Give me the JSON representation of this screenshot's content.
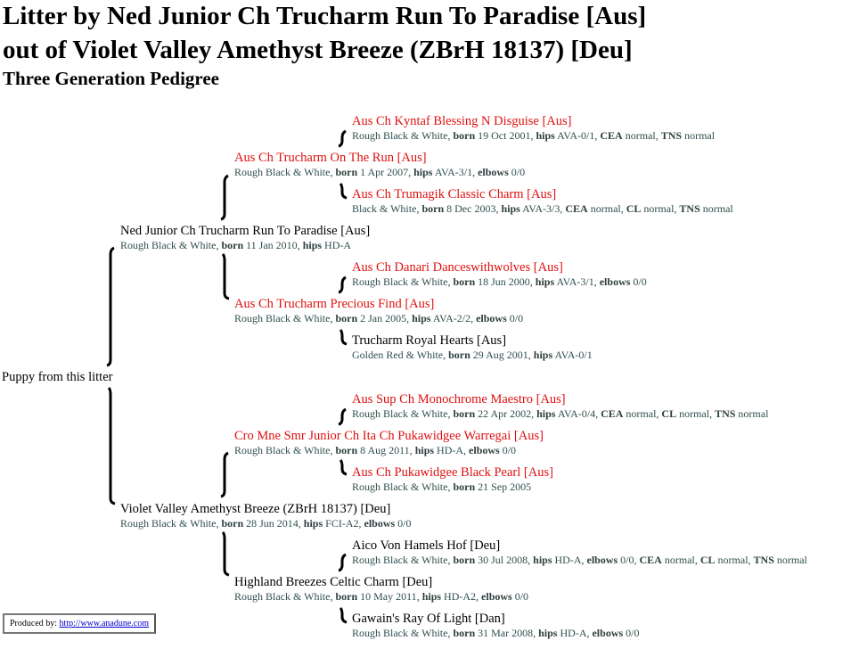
{
  "title_line1": "Litter by Ned Junior Ch Trucharm Run To Paradise [Aus]",
  "title_line2": "out of Violet Valley Amethyst Breeze (ZBrH 18137) [Deu]",
  "subtitle": "Three Generation Pedigree",
  "puppy_label": "Puppy from this litter",
  "footer": {
    "label": "Produced by:",
    "link": "http://www.anadune.com"
  },
  "colors": {
    "titled": "#e01010",
    "details": "#2f4f4f"
  },
  "dogs": [
    {
      "gen": 3,
      "name": "Aus Ch Kyntaf Blessing N Disguise [Aus]",
      "titled": true,
      "coat": "Rough Black & White",
      "facts": [
        [
          "born",
          "19 Oct 2001"
        ],
        [
          "hips",
          "AVA-0/1"
        ],
        [
          "CEA",
          "normal"
        ],
        [
          "TNS",
          "normal"
        ]
      ]
    },
    {
      "gen": 2,
      "name": "Aus Ch Trucharm On The Run [Aus]",
      "titled": true,
      "coat": "Rough Black & White",
      "facts": [
        [
          "born",
          "1 Apr 2007"
        ],
        [
          "hips",
          "AVA-3/1"
        ],
        [
          "elbows",
          "0/0"
        ]
      ]
    },
    {
      "gen": 3,
      "name": "Aus Ch Trumagik Classic Charm [Aus]",
      "titled": true,
      "coat": "Black & White",
      "facts": [
        [
          "born",
          "8 Dec 2003"
        ],
        [
          "hips",
          "AVA-3/3"
        ],
        [
          "CEA",
          "normal"
        ],
        [
          "CL",
          "normal"
        ],
        [
          "TNS",
          "normal"
        ]
      ]
    },
    {
      "gen": 1,
      "name": "Ned Junior Ch Trucharm Run To Paradise [Aus]",
      "titled": false,
      "coat": "Rough Black & White",
      "facts": [
        [
          "born",
          "11 Jan 2010"
        ],
        [
          "hips",
          "HD-A"
        ]
      ]
    },
    {
      "gen": 3,
      "name": "Aus Ch Danari Danceswithwolves [Aus]",
      "titled": true,
      "coat": "Rough Black & White",
      "facts": [
        [
          "born",
          "18 Jun 2000"
        ],
        [
          "hips",
          "AVA-3/1"
        ],
        [
          "elbows",
          "0/0"
        ]
      ]
    },
    {
      "gen": 2,
      "name": "Aus Ch Trucharm Precious Find [Aus]",
      "titled": true,
      "coat": "Rough Black & White",
      "facts": [
        [
          "born",
          "2 Jan 2005"
        ],
        [
          "hips",
          "AVA-2/2"
        ],
        [
          "elbows",
          "0/0"
        ]
      ]
    },
    {
      "gen": 3,
      "name": "Trucharm Royal Hearts [Aus]",
      "titled": false,
      "coat": "Golden Red & White",
      "facts": [
        [
          "born",
          "29 Aug 2001"
        ],
        [
          "hips",
          "AVA-0/1"
        ]
      ]
    },
    {
      "gen": 3,
      "name": "Aus Sup Ch Monochrome Maestro [Aus]",
      "titled": true,
      "coat": "Rough Black & White",
      "facts": [
        [
          "born",
          "22 Apr 2002"
        ],
        [
          "hips",
          "AVA-0/4"
        ],
        [
          "CEA",
          "normal"
        ],
        [
          "CL",
          "normal"
        ],
        [
          "TNS",
          "normal"
        ]
      ]
    },
    {
      "gen": 2,
      "name": "Cro Mne Smr Junior Ch Ita Ch Pukawidgee Warregai [Aus]",
      "titled": true,
      "coat": "Rough Black & White",
      "facts": [
        [
          "born",
          "8 Aug 2011"
        ],
        [
          "hips",
          "HD-A"
        ],
        [
          "elbows",
          "0/0"
        ]
      ]
    },
    {
      "gen": 3,
      "name": "Aus Ch Pukawidgee Black Pearl [Aus]",
      "titled": true,
      "coat": "Rough Black & White",
      "facts": [
        [
          "born",
          "21 Sep 2005"
        ]
      ]
    },
    {
      "gen": 1,
      "name": "Violet Valley Amethyst Breeze (ZBrH 18137) [Deu]",
      "titled": false,
      "coat": "Rough Black & White",
      "facts": [
        [
          "born",
          "28 Jun 2014"
        ],
        [
          "hips",
          "FCI-A2"
        ],
        [
          "elbows",
          "0/0"
        ]
      ]
    },
    {
      "gen": 3,
      "name": "Aico Von Hamels Hof [Deu]",
      "titled": false,
      "coat": "Rough Black & White",
      "facts": [
        [
          "born",
          "30 Jul 2008"
        ],
        [
          "hips",
          "HD-A"
        ],
        [
          "elbows",
          "0/0"
        ],
        [
          "CEA",
          "normal"
        ],
        [
          "CL",
          "normal"
        ],
        [
          "TNS",
          "normal"
        ]
      ]
    },
    {
      "gen": 2,
      "name": "Highland Breezes Celtic Charm [Deu]",
      "titled": false,
      "coat": "Rough Black & White",
      "facts": [
        [
          "born",
          "10 May 2011"
        ],
        [
          "hips",
          "HD-A2"
        ],
        [
          "elbows",
          "0/0"
        ]
      ]
    },
    {
      "gen": 3,
      "name": "Gawain's Ray Of Light [Dan]",
      "titled": false,
      "coat": "Rough Black & White",
      "facts": [
        [
          "born",
          "31 Mar 2008"
        ],
        [
          "hips",
          "HD-A"
        ],
        [
          "elbows",
          "0/0"
        ]
      ]
    }
  ]
}
